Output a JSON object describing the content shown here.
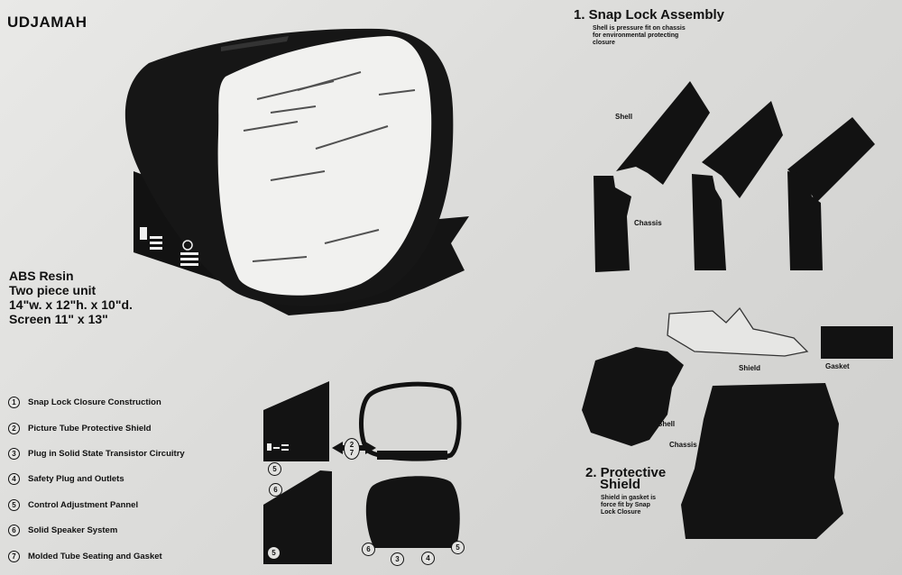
{
  "title": "UDJAMAH",
  "specs": [
    "ABS  Resin",
    "Two piece unit",
    "14\"w. x 12\"h. x 10\"d.",
    "Screen  11\" x 13\""
  ],
  "legend": [
    {
      "num": "1",
      "text": "Snap Lock Closure Construction"
    },
    {
      "num": "2",
      "text": "Picture Tube Protective Shield"
    },
    {
      "num": "3",
      "text": "Plug in Solid State Transistor Circuitry"
    },
    {
      "num": "4",
      "text": "Safety Plug and Outlets"
    },
    {
      "num": "5",
      "text": "Control Adjustment Pannel"
    },
    {
      "num": "6",
      "text": "Solid Speaker System"
    },
    {
      "num": "7",
      "text": "Molded Tube Seating and Gasket"
    }
  ],
  "section1": {
    "heading": "1.  Snap Lock Assembly",
    "note": [
      "Shell is pressure fit on chassis",
      "for environmental protecting",
      "closure"
    ],
    "label_shell": "Shell",
    "label_chassis": "Chassis"
  },
  "section2": {
    "heading_line1": "2. Protective",
    "heading_line2": "Shield",
    "note": [
      "Shield in gasket is",
      "force fit by Snap",
      "Lock Closure"
    ],
    "label_shield": "Shield",
    "label_gasket": "Gasket",
    "label_shell": "Shell",
    "label_chassis": "Chassis"
  },
  "view_marks": {
    "side_upper": "5",
    "side_lower_a": "6",
    "side_lower_b": "5",
    "arrow_top": "2",
    "arrow_bottom": "7",
    "back_left": "6",
    "back_mid_a": "3",
    "back_mid_b": "4",
    "back_right": "5"
  },
  "colors": {
    "ink": "#111111",
    "paper": "#dededc",
    "screen": "#f2f2f0"
  }
}
